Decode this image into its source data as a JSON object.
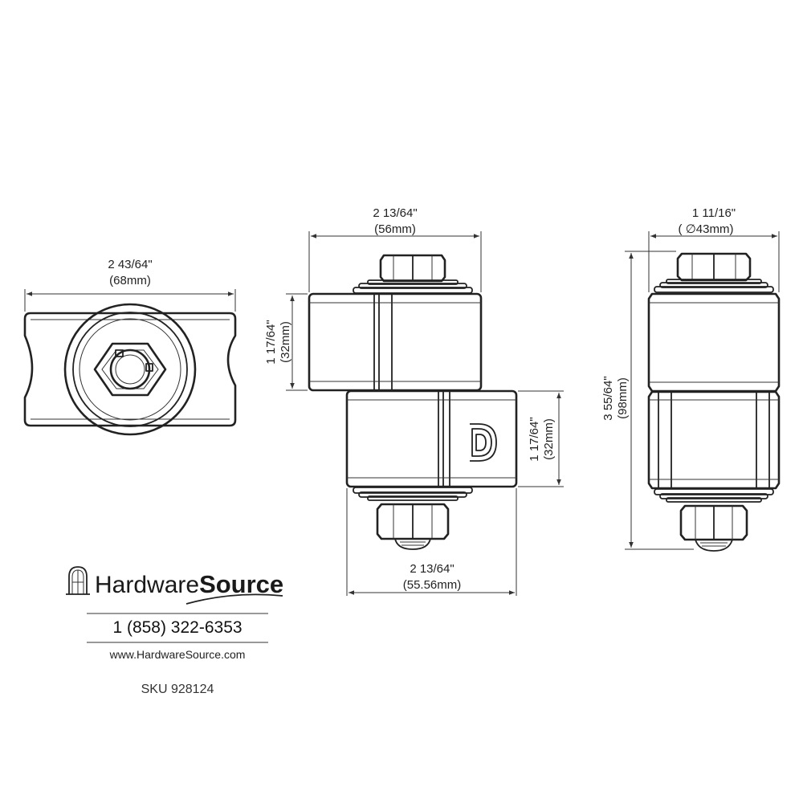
{
  "dimensions": {
    "top_width": {
      "inch": "2 43/64\"",
      "mm": "(68mm)"
    },
    "front_width_top": {
      "inch": "2 13/64\"",
      "mm": "(56mm)"
    },
    "front_height_upper": {
      "inch": "1 17/64\"",
      "mm": "(32mm)"
    },
    "front_height_lower": {
      "inch": "1 17/64\"",
      "mm": "(32mm)"
    },
    "front_width_bottom": {
      "inch": "2 13/64\"",
      "mm": "(55.56mm)"
    },
    "side_diameter": {
      "inch": "1 11/16\"",
      "mm": "( ∅43mm)"
    },
    "side_height": {
      "inch": "3 55/64\"",
      "mm": "(98mm)"
    }
  },
  "brand": {
    "name_regular": "Hardware",
    "name_bold": "Source",
    "phone": "1 (858) 322-6353",
    "website": "www.HardwareSource.com",
    "sku": "SKU 928124",
    "logo_icon": "arched-window-icon"
  },
  "colors": {
    "line": "#222222",
    "background": "#ffffff"
  }
}
